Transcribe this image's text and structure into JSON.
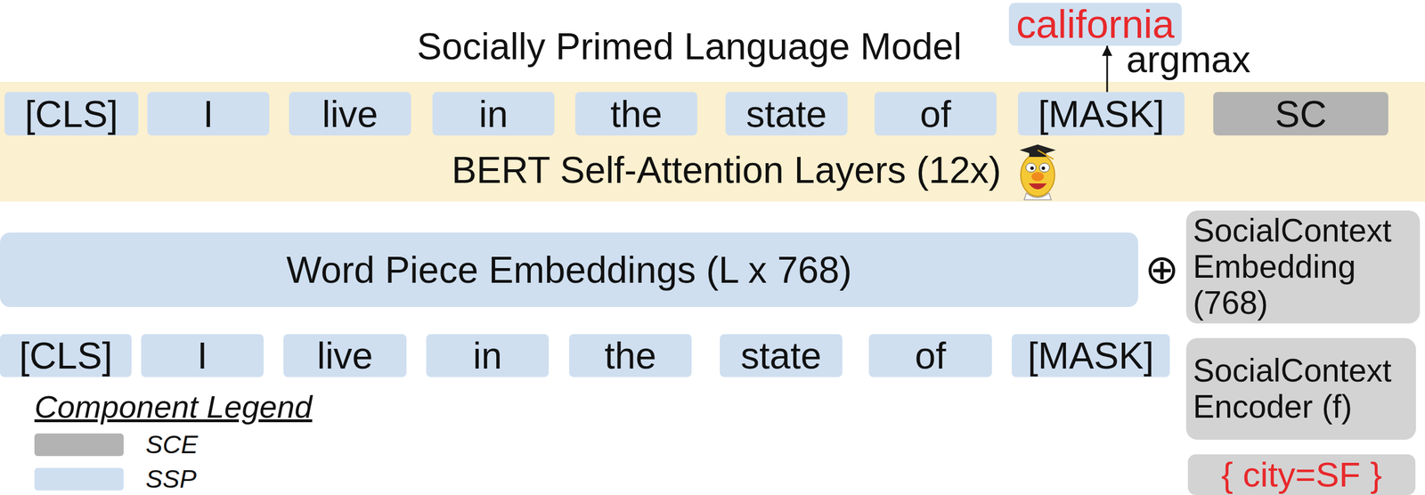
{
  "diagram": {
    "title": "Socially Primed Language Model",
    "nodes": [
      {
        "text": [
          "california"
        ]
      },
      {
        "text": [
          "BERT Self-Attention Layers (12x)"
        ]
      },
      {
        "text": [
          "[CLS]"
        ],
        "in": 1
      },
      {
        "text": [
          "I"
        ],
        "in": 1
      },
      {
        "text": [
          "live"
        ],
        "in": 1
      },
      {
        "text": [
          "in"
        ],
        "in": 1
      },
      {
        "text": [
          "the"
        ],
        "in": 1
      },
      {
        "text": [
          "state"
        ],
        "in": 1
      },
      {
        "text": [
          "of"
        ],
        "in": 1
      },
      {
        "text": [
          "[MASK]"
        ],
        "in": 1
      },
      {
        "text": [
          "SC"
        ],
        "in": 1
      },
      {
        "text": [
          "Word Piece Embeddings (L x 768)"
        ]
      },
      {
        "text": [
          "SocialContext Embedding (768)"
        ]
      },
      {
        "text": [
          "[CLS]"
        ]
      },
      {
        "text": [
          "I"
        ]
      },
      {
        "text": [
          "live"
        ]
      },
      {
        "text": [
          "in"
        ]
      },
      {
        "text": [
          "the"
        ]
      },
      {
        "text": [
          "state"
        ]
      },
      {
        "text": [
          "of"
        ]
      },
      {
        "text": [
          "[MASK]"
        ]
      },
      {
        "text": [
          "SocialContext Encoder (f)"
        ]
      },
      {
        "text": [
          "{ city=SF }"
        ]
      }
    ],
    "edges": [
      {
        "from": 9,
        "to": 0,
        "arrow": "to",
        "label": "argmax"
      }
    ],
    "labels": [
      "⊕",
      "Component Legend"
    ],
    "legend": [
      {
        "text": "SCE",
        "color": "#b3b3b3"
      },
      {
        "text": "SSP",
        "color": "#cfdff0"
      }
    ]
  }
}
